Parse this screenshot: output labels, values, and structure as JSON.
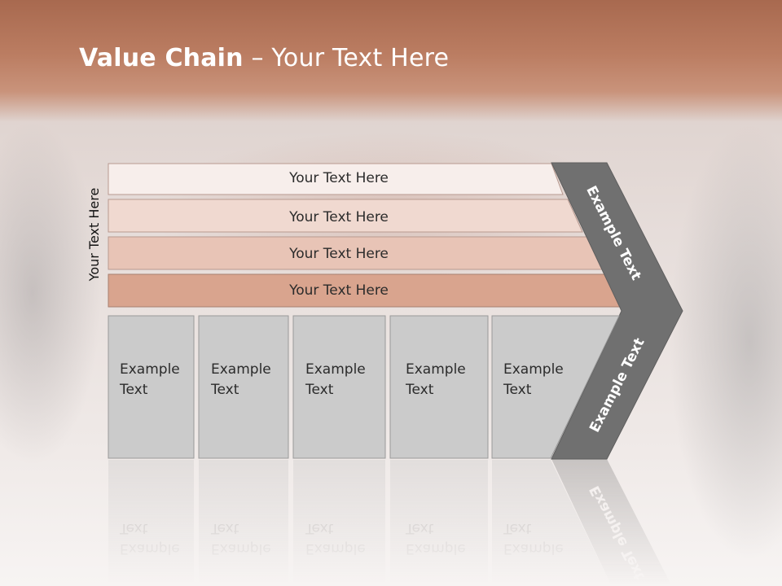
{
  "slide": {
    "title_bold": "Value Chain",
    "title_rest": " – Your Text Here"
  },
  "colors": {
    "header": "#b9785c",
    "bar1": "#f7eeeb",
    "bar2": "#f0d9d0",
    "bar3": "#e8c4b6",
    "bar4": "#d9a48e",
    "box": "#cbcbcb",
    "chevron": "#707070"
  },
  "side_label": "Your Text Here",
  "bars": [
    {
      "label": "Your Text Here"
    },
    {
      "label": "Your Text Here"
    },
    {
      "label": "Your Text Here"
    },
    {
      "label": "Your Text Here"
    }
  ],
  "boxes": [
    {
      "line1": "Example",
      "line2": "Text"
    },
    {
      "line1": "Example",
      "line2": "Text"
    },
    {
      "line1": "Example",
      "line2": "Text"
    },
    {
      "line1": "Example",
      "line2": "Text"
    },
    {
      "line1": "Example",
      "line2": "Text"
    }
  ],
  "chevron": {
    "upper_label": "Example Text",
    "lower_label": "Example Text"
  }
}
